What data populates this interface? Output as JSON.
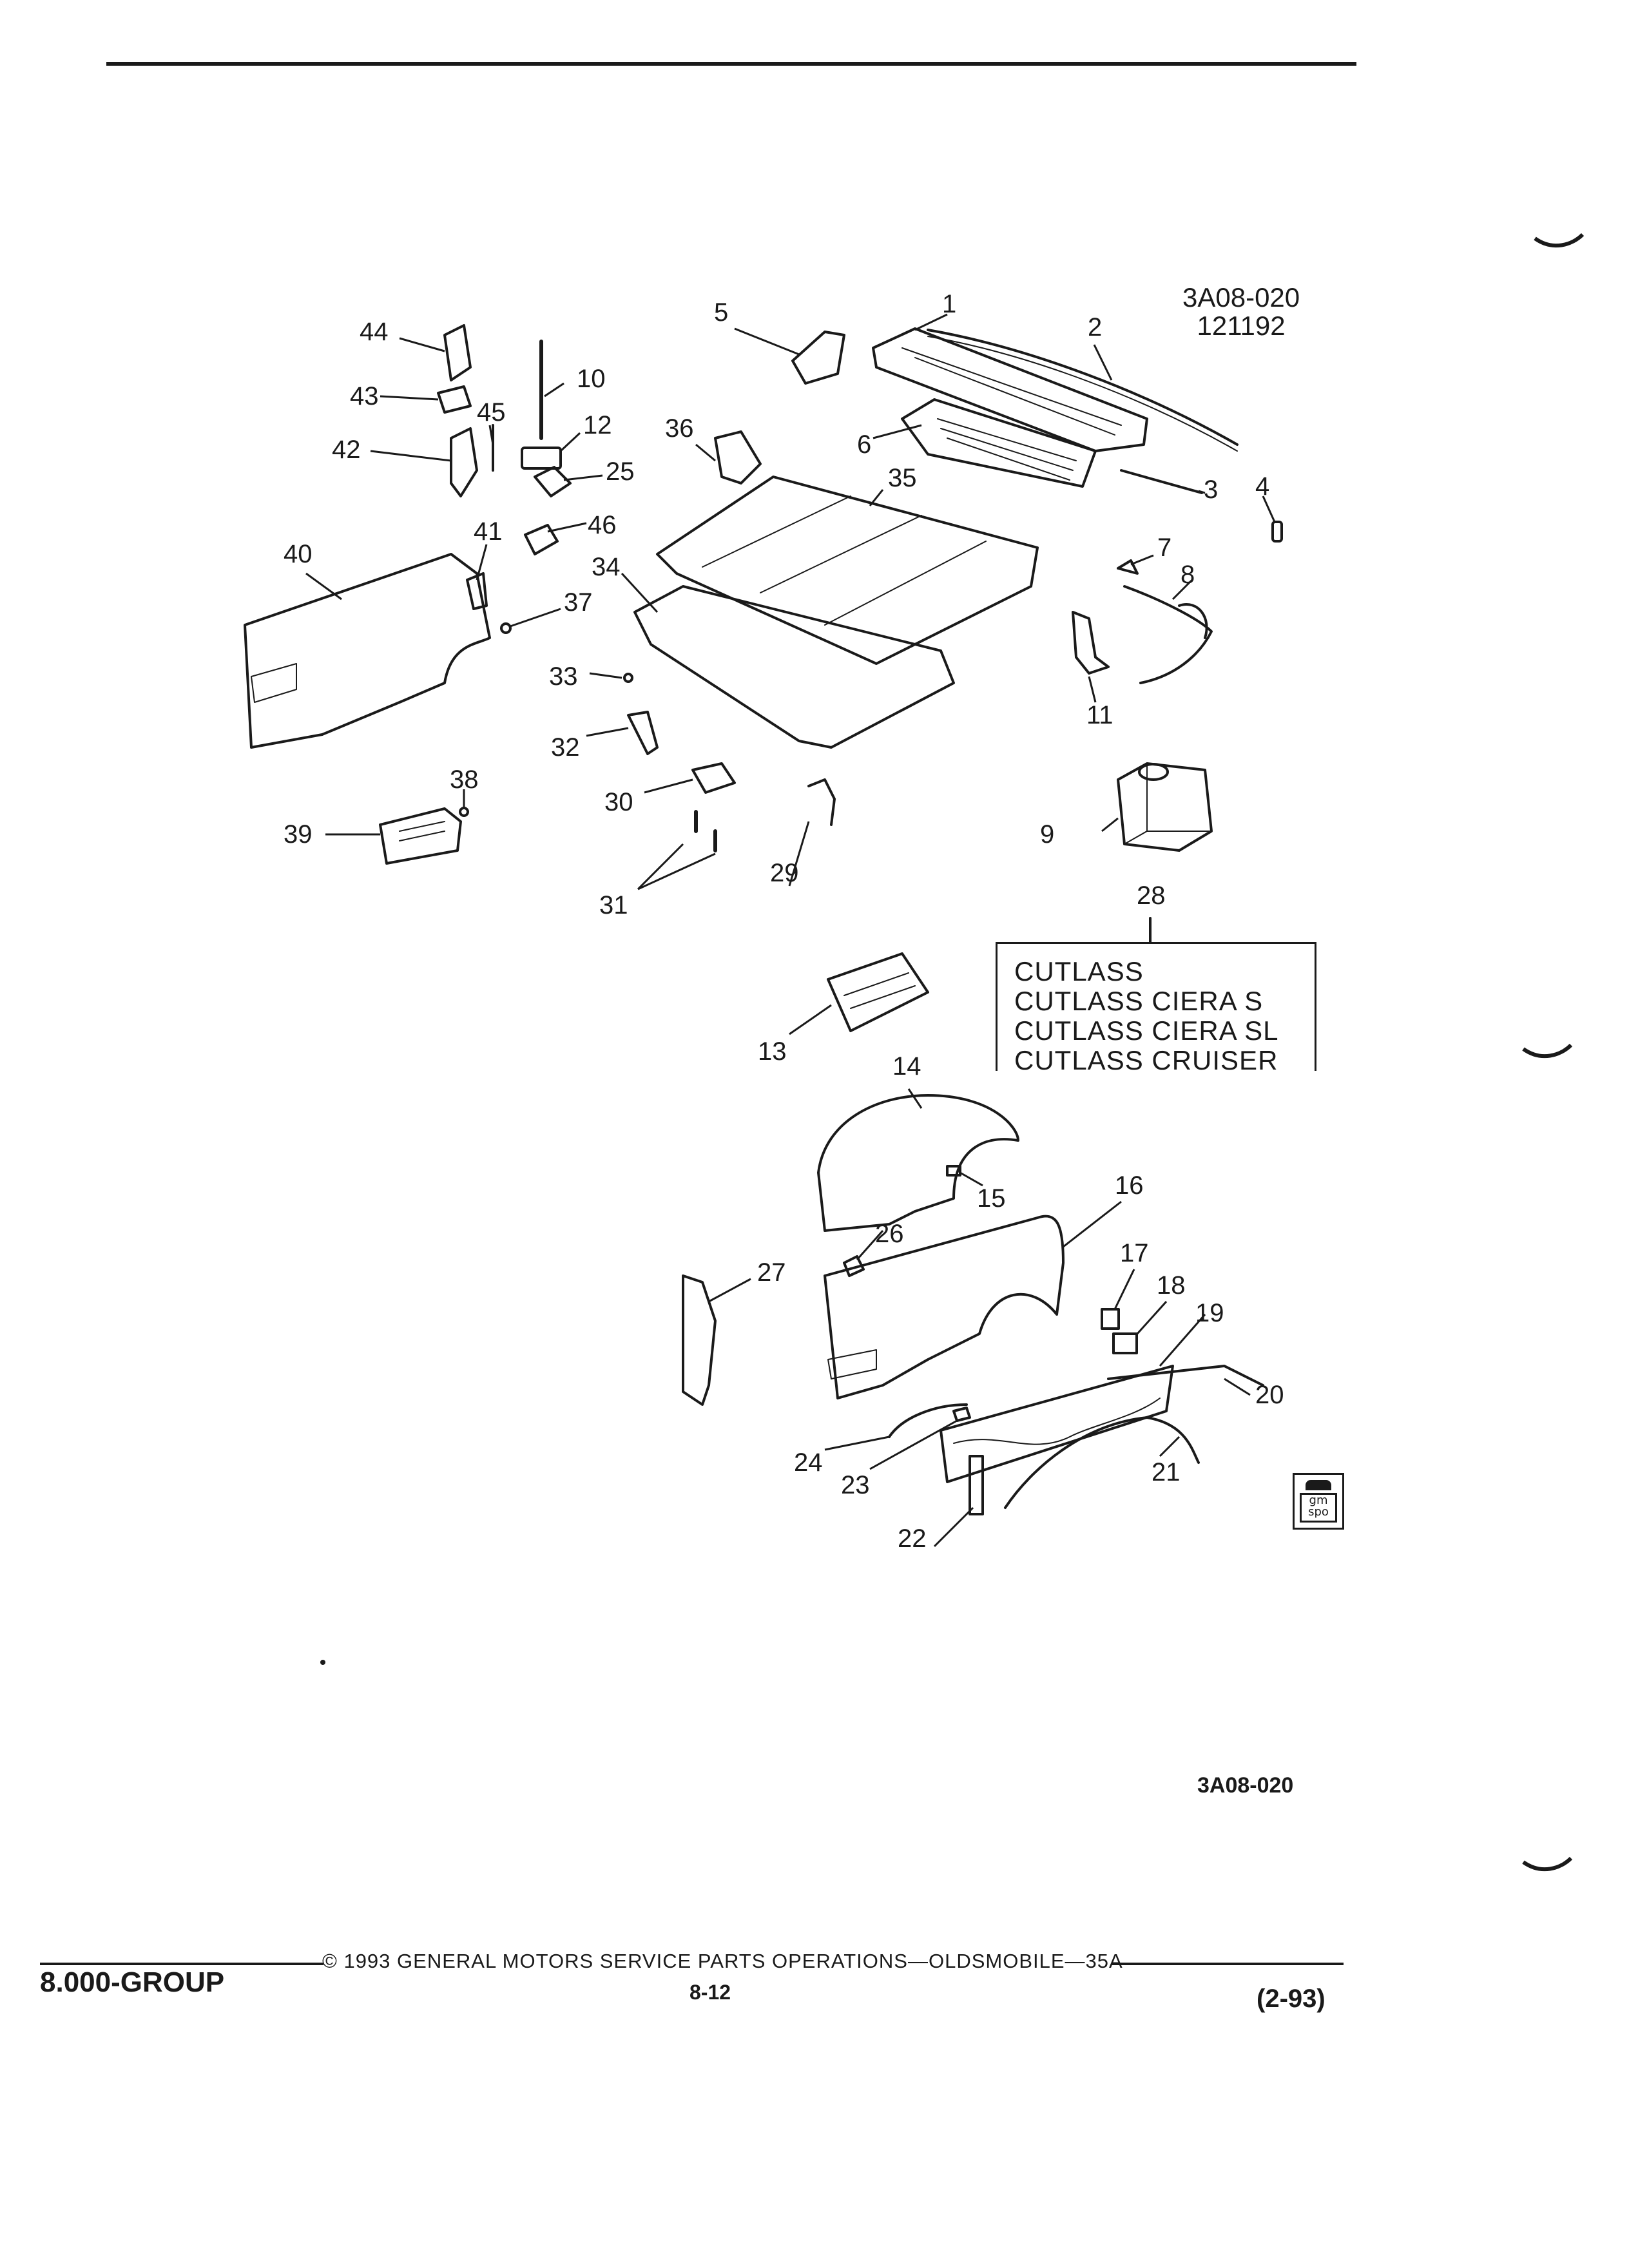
{
  "figure": {
    "id": "3A08-020",
    "date_code": "121192",
    "bottom_code": "3A08-020"
  },
  "callouts": [
    "1",
    "2",
    "3",
    "4",
    "5",
    "6",
    "7",
    "8",
    "9",
    "10",
    "11",
    "12",
    "13",
    "14",
    "15",
    "16",
    "17",
    "18",
    "19",
    "20",
    "21",
    "22",
    "23",
    "24",
    "25",
    "26",
    "27",
    "28",
    "29",
    "30",
    "31",
    "32",
    "33",
    "34",
    "35",
    "36",
    "37",
    "38",
    "39",
    "40",
    "41",
    "42",
    "43",
    "44",
    "45",
    "46"
  ],
  "model_box": {
    "lines": [
      "CUTLASS",
      "CUTLASS CIERA S",
      "CUTLASS CIERA SL",
      "CUTLASS CRUISER"
    ]
  },
  "logo": {
    "text": "gm spo"
  },
  "footer": {
    "group": "8.000-GROUP",
    "copyright": "© 1993 GENERAL MOTORS SERVICE PARTS OPERATIONS—OLDSMOBILE—35A",
    "page": "8-12",
    "date": "(2-93)"
  }
}
